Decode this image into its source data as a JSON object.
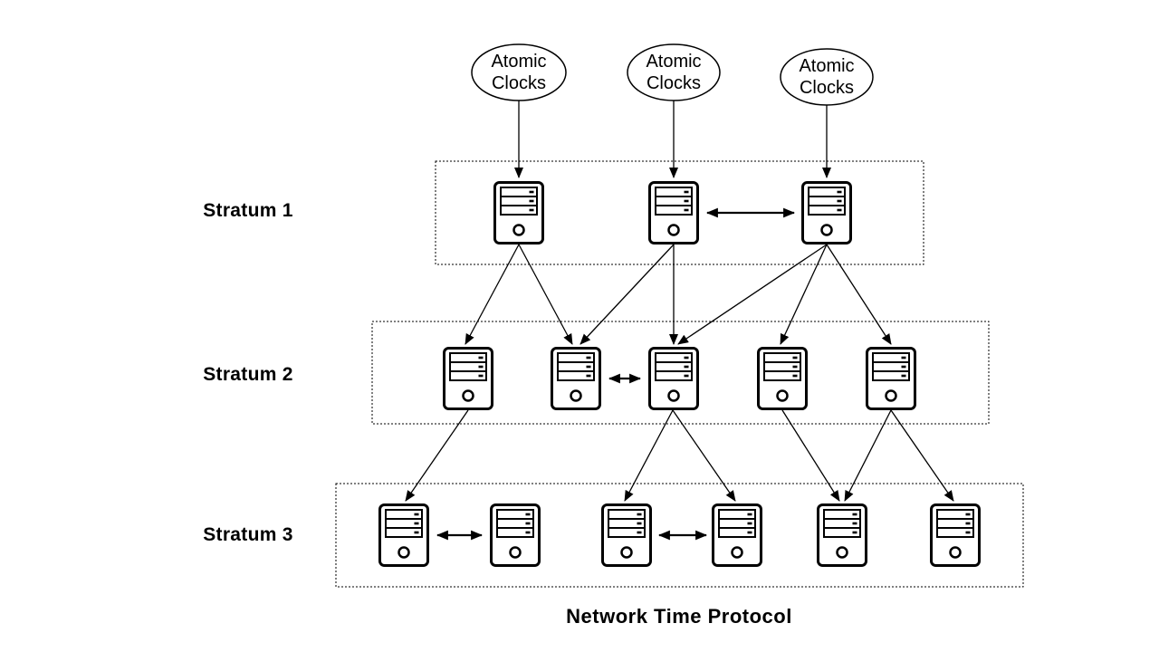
{
  "title": "Network Time Protocol",
  "clocks": [
    {
      "line1": "Atomic",
      "line2": "Clocks"
    },
    {
      "line1": "Atomic",
      "line2": "Clocks"
    },
    {
      "line1": "Atomic",
      "line2": "Clocks"
    }
  ],
  "strata": [
    {
      "label": "Stratum 1",
      "server_count": 3
    },
    {
      "label": "Stratum 2",
      "server_count": 5
    },
    {
      "label": "Stratum 3",
      "server_count": 6
    }
  ],
  "topology": {
    "clock_to_stratum1": [
      [
        1,
        1
      ],
      [
        2,
        2
      ],
      [
        3,
        3
      ]
    ],
    "stratum1_to_stratum2": [
      [
        1,
        1
      ],
      [
        1,
        2
      ],
      [
        2,
        2
      ],
      [
        2,
        3
      ],
      [
        3,
        3
      ],
      [
        3,
        4
      ],
      [
        3,
        5
      ]
    ],
    "stratum2_to_stratum3": [
      [
        1,
        1
      ],
      [
        3,
        3
      ],
      [
        3,
        4
      ],
      [
        4,
        5
      ],
      [
        5,
        5
      ],
      [
        5,
        6
      ]
    ],
    "peer_links": {
      "stratum1": [
        [
          2,
          3
        ]
      ],
      "stratum2": [
        [
          2,
          3
        ]
      ],
      "stratum3": [
        [
          1,
          2
        ],
        [
          3,
          4
        ]
      ]
    }
  },
  "colors": {
    "line": "#000000",
    "background": "#ffffff"
  }
}
